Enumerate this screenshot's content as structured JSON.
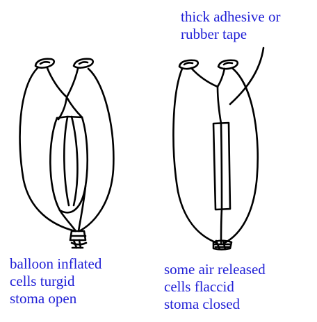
{
  "labels": {
    "tape": {
      "line1": "thick adhesive or",
      "line2": "rubber tape"
    },
    "inflated": {
      "line1": "balloon inflated",
      "line2": "cells turgid",
      "line3": "stoma open"
    },
    "deflated": {
      "line1": "some air released",
      "line2": "cells flaccid",
      "line3": "stoma closed"
    }
  }
}
